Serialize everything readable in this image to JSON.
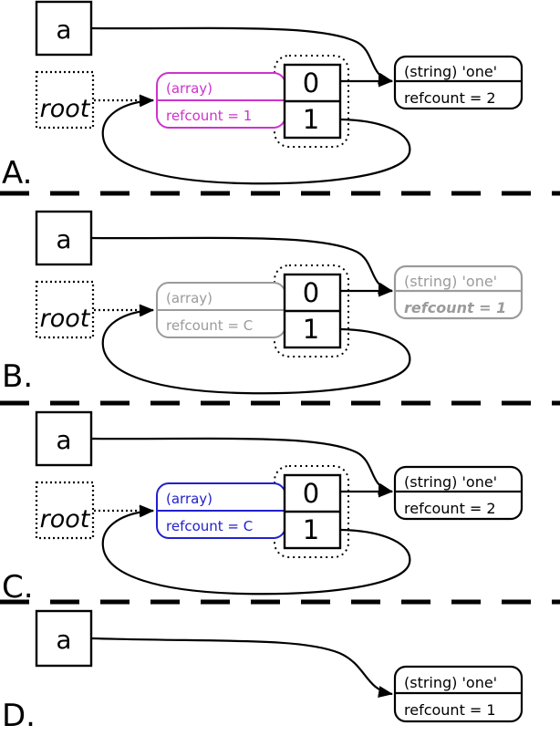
{
  "diagram": {
    "description": "Four-step reference-count / cycle collection diagram (panels A-D)",
    "colors": {
      "panel_a_array_highlight": "#cc33cc",
      "panel_b_faded": "#9b9b9b",
      "panel_c_array_highlight": "#2121cc",
      "line": "#000000"
    },
    "panels": [
      {
        "label": "A.",
        "var_name": "a",
        "root_label": "root",
        "array_title": "(array)",
        "array_refcount": "refcount = 1",
        "cell_0": "0",
        "cell_1": "1",
        "string_title": "(string) 'one'",
        "string_refcount": "refcount = 2"
      },
      {
        "label": "B.",
        "var_name": "a",
        "root_label": "root",
        "array_title": "(array)",
        "array_refcount": "refcount = C",
        "cell_0": "0",
        "cell_1": "1",
        "string_title": "(string) 'one'",
        "string_refcount": "refcount = 1"
      },
      {
        "label": "C.",
        "var_name": "a",
        "root_label": "root",
        "array_title": "(array)",
        "array_refcount": "refcount = C",
        "cell_0": "0",
        "cell_1": "1",
        "string_title": "(string) 'one'",
        "string_refcount": "refcount = 2"
      },
      {
        "label": "D.",
        "var_name": "a",
        "string_title": "(string) 'one'",
        "string_refcount": "refcount = 1"
      }
    ]
  }
}
